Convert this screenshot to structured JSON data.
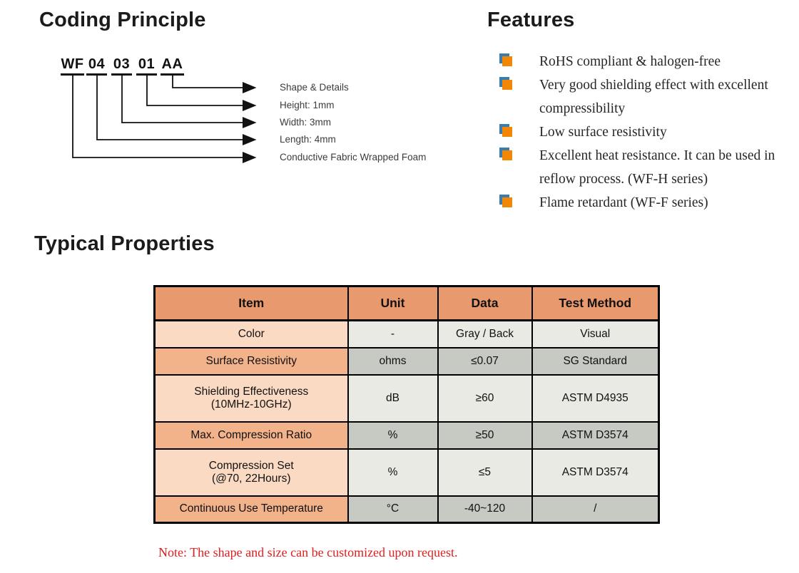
{
  "coding": {
    "title": "Coding Principle",
    "code_segments": [
      "WF",
      "04",
      "03",
      "01",
      "AA"
    ],
    "labels": [
      "Shape & Details",
      "Height: 1mm",
      "Width: 3mm",
      "Length: 4mm",
      "Conductive Fabric Wrapped Foam"
    ]
  },
  "features": {
    "title": "Features",
    "items": [
      "RoHS compliant & halogen-free",
      "Very good shielding effect with excellent compressibility",
      "Low surface resistivity",
      "Excellent heat resistance. It can be used in reflow process. (WF-H series)",
      "Flame retardant (WF-F series)"
    ]
  },
  "typical": {
    "title": "Typical Properties",
    "table": {
      "headers": [
        "Item",
        "Unit",
        "Data",
        "Test Method"
      ],
      "rows": [
        {
          "item": "Color",
          "unit": "-",
          "data": "Gray / Back",
          "method": "Visual"
        },
        {
          "item": "Surface Resistivity",
          "unit": "ohms",
          "data": "≤0.07",
          "method": "SG Standard"
        },
        {
          "item": "Shielding Effectiveness\n(10MHz-10GHz)",
          "unit": "dB",
          "data": "≥60",
          "method": "ASTM D4935"
        },
        {
          "item": "Max. Compression Ratio",
          "unit": "%",
          "data": "≥50",
          "method": "ASTM D3574"
        },
        {
          "item": "Compression Set\n(@70, 22Hours)",
          "unit": "%",
          "data": "≤5",
          "method": "ASTM D3574"
        },
        {
          "item": "Continuous Use Temperature",
          "unit": "°C",
          "data": "-40~120",
          "method": "/"
        }
      ]
    },
    "note": "Note: The shape and size can be customized upon request."
  },
  "colors": {
    "bullet_orange": "#F28705",
    "bullet_blue": "#3A7CAD",
    "table_header_bg": "#E9996E",
    "item_col_light": "#FBDAC3",
    "item_col_dark": "#F2B28A",
    "value_col_light": "#E9EAE4",
    "value_col_dark": "#C7C9C3",
    "note_red": "#E21D1D"
  }
}
